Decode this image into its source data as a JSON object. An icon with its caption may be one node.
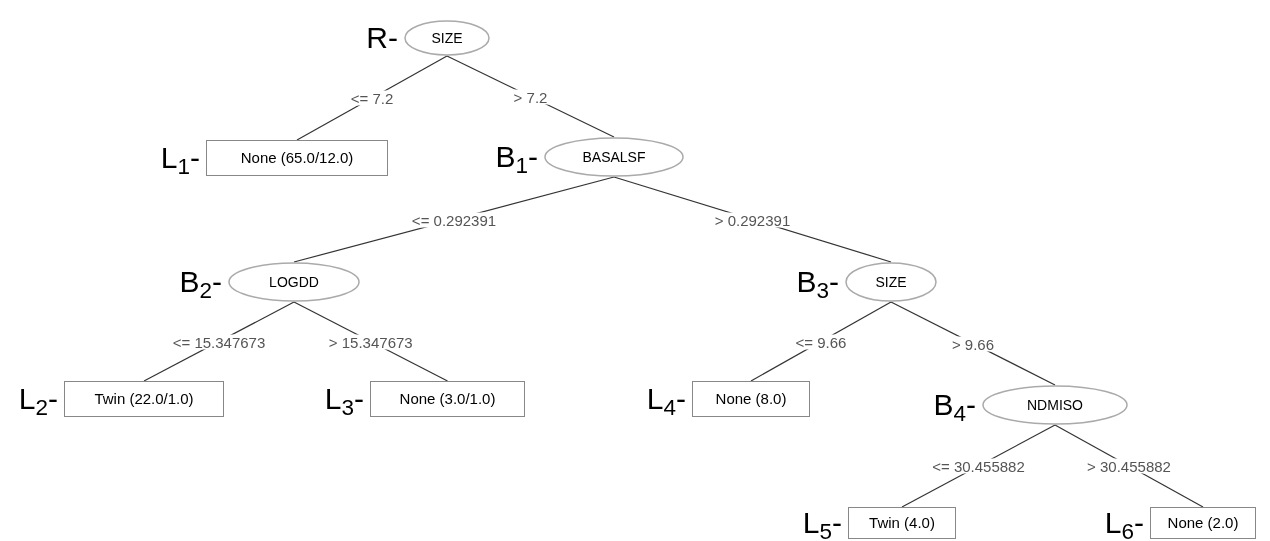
{
  "diagram": {
    "nodes": [
      {
        "text": [
          "SIZE"
        ],
        "beside": [
          "R-"
        ]
      },
      {
        "text": [
          "None (65.0/12.0)"
        ],
        "beside": [
          "L$_{1}$-"
        ]
      },
      {
        "text": [
          "BASALSF"
        ],
        "beside": [
          "B$_{1}$-"
        ]
      },
      {
        "text": [
          "LOGDD"
        ],
        "beside": [
          "B$_{2}$-"
        ]
      },
      {
        "text": [
          "SIZE"
        ],
        "beside": [
          "B$_{3}$-"
        ]
      },
      {
        "text": [
          "Twin (22.0/1.0)"
        ],
        "beside": [
          "L$_{2}$-"
        ]
      },
      {
        "text": [
          "None (3.0/1.0)"
        ],
        "beside": [
          "L$_{3}$-"
        ]
      },
      {
        "text": [
          "None (8.0)"
        ],
        "beside": [
          "L$_{4}$-"
        ]
      },
      {
        "text": [
          "NDMISO"
        ],
        "beside": [
          "B$_{4}$-"
        ]
      },
      {
        "text": [
          "Twin (4.0)"
        ],
        "beside": [
          "L$_{5}$-"
        ]
      },
      {
        "text": [
          "None (2.0)"
        ],
        "beside": [
          "L$_{6}$-"
        ]
      }
    ],
    "edges": [
      {
        "from": 0,
        "to": 1,
        "arrow": "none",
        "label": "<= 7.2"
      },
      {
        "from": 0,
        "to": 2,
        "arrow": "none",
        "label": "> 7.2"
      },
      {
        "from": 2,
        "to": 3,
        "arrow": "none",
        "label": "<= 0.292391"
      },
      {
        "from": 2,
        "to": 4,
        "arrow": "none",
        "label": "> 0.292391"
      },
      {
        "from": 3,
        "to": 5,
        "arrow": "none",
        "label": "<= 15.347673"
      },
      {
        "from": 3,
        "to": 6,
        "arrow": "none",
        "label": "> 15.347673"
      },
      {
        "from": 4,
        "to": 7,
        "arrow": "none",
        "label": "<= 9.66"
      },
      {
        "from": 4,
        "to": 8,
        "arrow": "none",
        "label": "> 9.66"
      },
      {
        "from": 8,
        "to": 9,
        "arrow": "none",
        "label": "<= 30.455882"
      },
      {
        "from": 8,
        "to": 10,
        "arrow": "none",
        "label": "> 30.455882"
      }
    ]
  }
}
